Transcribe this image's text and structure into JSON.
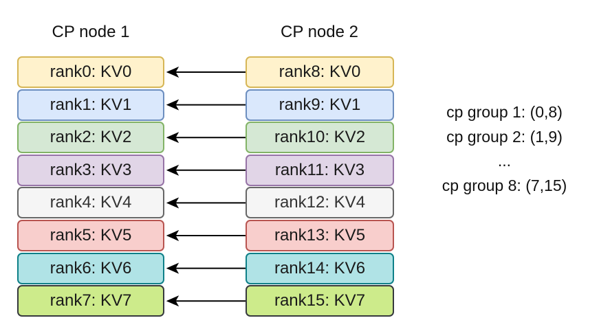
{
  "titles": {
    "left": "CP node 1",
    "right": "CP node 2"
  },
  "node1_ranks": [
    {
      "label": "rank0: KV0",
      "fill": "#fff2cc",
      "stroke": "#d6b656"
    },
    {
      "label": "rank1: KV1",
      "fill": "#dae8fc",
      "stroke": "#6c8ebf"
    },
    {
      "label": "rank2: KV2",
      "fill": "#d5e8d4",
      "stroke": "#82b366"
    },
    {
      "label": "rank3: KV3",
      "fill": "#e1d5e7",
      "stroke": "#9673a6"
    },
    {
      "label": "rank4: KV4",
      "fill": "#f5f5f5",
      "stroke": "#666666",
      "text": "#333333"
    },
    {
      "label": "rank5: KV5",
      "fill": "#f8cecc",
      "stroke": "#b85450"
    },
    {
      "label": "rank6: KV6",
      "fill": "#b0e3e6",
      "stroke": "#0e8088"
    },
    {
      "label": "rank7: KV7",
      "fill": "#cdeb8b",
      "stroke": "#36393d"
    }
  ],
  "node2_ranks": [
    {
      "label": "rank8: KV0",
      "fill": "#fff2cc",
      "stroke": "#d6b656"
    },
    {
      "label": "rank9: KV1",
      "fill": "#dae8fc",
      "stroke": "#6c8ebf"
    },
    {
      "label": "rank10: KV2",
      "fill": "#d5e8d4",
      "stroke": "#82b366"
    },
    {
      "label": "rank11: KV3",
      "fill": "#e1d5e7",
      "stroke": "#9673a6"
    },
    {
      "label": "rank12: KV4",
      "fill": "#f5f5f5",
      "stroke": "#666666",
      "text": "#333333"
    },
    {
      "label": "rank13: KV5",
      "fill": "#f8cecc",
      "stroke": "#b85450"
    },
    {
      "label": "rank14: KV6",
      "fill": "#b0e3e6",
      "stroke": "#0e8088"
    },
    {
      "label": "rank15: KV7",
      "fill": "#cdeb8b",
      "stroke": "#36393d"
    }
  ],
  "cp_groups": [
    "cp group 1: (0,8)",
    "cp group 2: (1,9)",
    "...",
    "cp group 8: (7,15)"
  ],
  "arrow_color": "#000000"
}
